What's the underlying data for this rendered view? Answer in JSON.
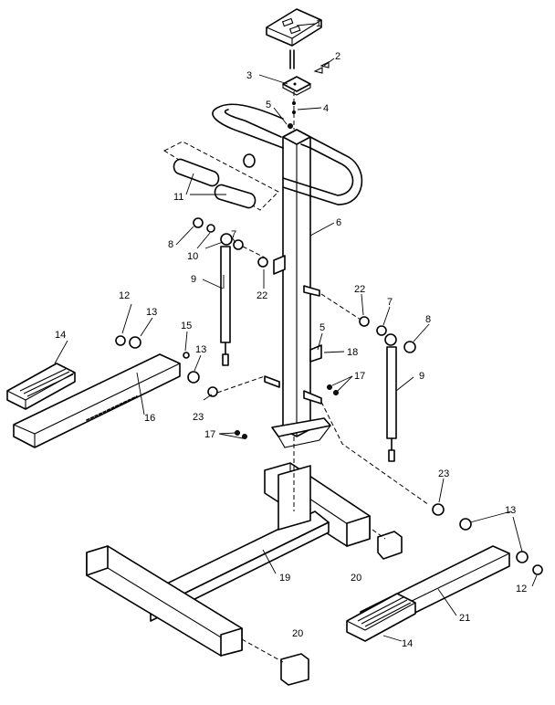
{
  "diagram": {
    "callouts": [
      "1",
      "2",
      "3",
      "4",
      "5",
      "6",
      "7",
      "8",
      "9",
      "10",
      "11",
      "12",
      "13",
      "14",
      "15",
      "16",
      "17",
      "18",
      "19",
      "20",
      "21",
      "22",
      "23"
    ],
    "parts": {
      "p1": "1",
      "p2": "2",
      "p3": "3",
      "p4": "4",
      "p5a": "5",
      "p6": "6",
      "p7a": "7",
      "p8a": "8",
      "p9a": "9",
      "p10": "10",
      "p11": "11",
      "p22a": "22",
      "p12a": "12",
      "p13a": "13",
      "p14a": "14",
      "p15": "15",
      "p13b": "13",
      "p16": "16",
      "p23a": "23",
      "p17a": "17",
      "p5b": "5",
      "p18": "18",
      "p17b": "17",
      "p22b": "22",
      "p7b": "7",
      "p8b": "8",
      "p9b": "9",
      "p23b": "23",
      "p13c": "13",
      "p12b": "12",
      "p19": "19",
      "p20a": "20",
      "p21": "21",
      "p14b": "14",
      "p20b": "20"
    }
  }
}
